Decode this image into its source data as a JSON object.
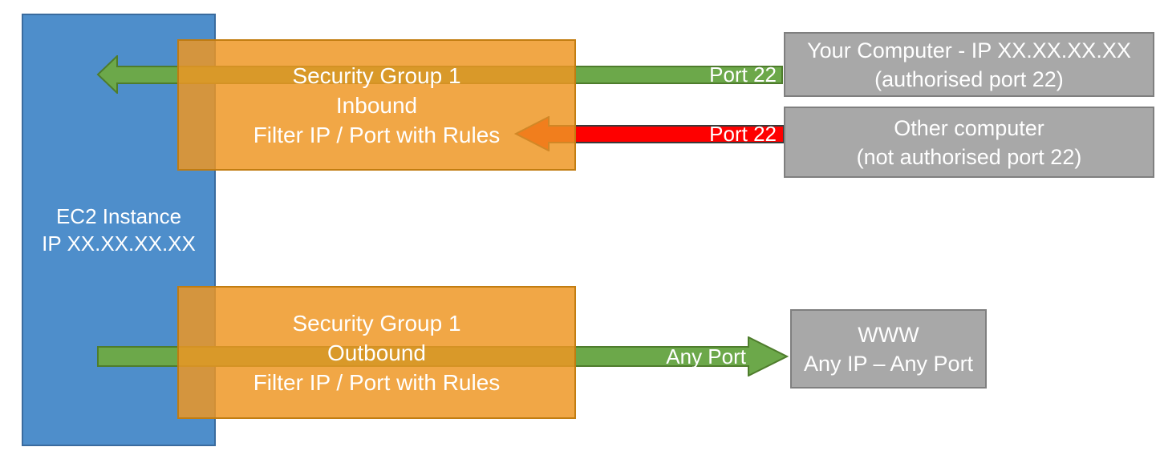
{
  "colors": {
    "canvas-bg": "#FFFFFF",
    "blue-fill": "#4E8ECB",
    "blue-stroke": "#3A6B9E",
    "orange-fill": "rgba(238,150,35,0.84)",
    "orange-stroke": "rgba(191,122,15,0.95)",
    "green-fill": "#6CA84A",
    "green-stroke": "#4E7C2C",
    "red-fill": "#FE0000",
    "red-stroke": "#3A3A3A",
    "gray-fill": "#A8A8A8",
    "gray-stroke": "#7F7F7F",
    "text": "#FFFFFF"
  },
  "boxes": {
    "ec2": {
      "lines": [
        "EC2 Instance",
        "IP XX.XX.XX.XX"
      ]
    },
    "sg_inbound": {
      "lines": [
        "Security Group 1",
        "Inbound",
        "Filter IP / Port with Rules"
      ]
    },
    "sg_outbound": {
      "lines": [
        "Security Group 1",
        "Outbound",
        "Filter IP / Port with Rules"
      ]
    },
    "your_computer": {
      "lines": [
        "Your Computer - IP XX.XX.XX.XX",
        "(authorised port 22)"
      ]
    },
    "other_computer": {
      "lines": [
        "Other computer",
        "(not authorised port 22)"
      ]
    },
    "www": {
      "lines": [
        "WWW",
        "Any IP – Any Port"
      ]
    }
  },
  "arrows": {
    "inbound_allowed": {
      "label": "Port 22",
      "color": "green",
      "direction": "left"
    },
    "inbound_blocked": {
      "label": "Port 22",
      "color": "red",
      "direction": "left"
    },
    "outbound": {
      "label": "Any Port",
      "color": "green",
      "direction": "right"
    }
  }
}
